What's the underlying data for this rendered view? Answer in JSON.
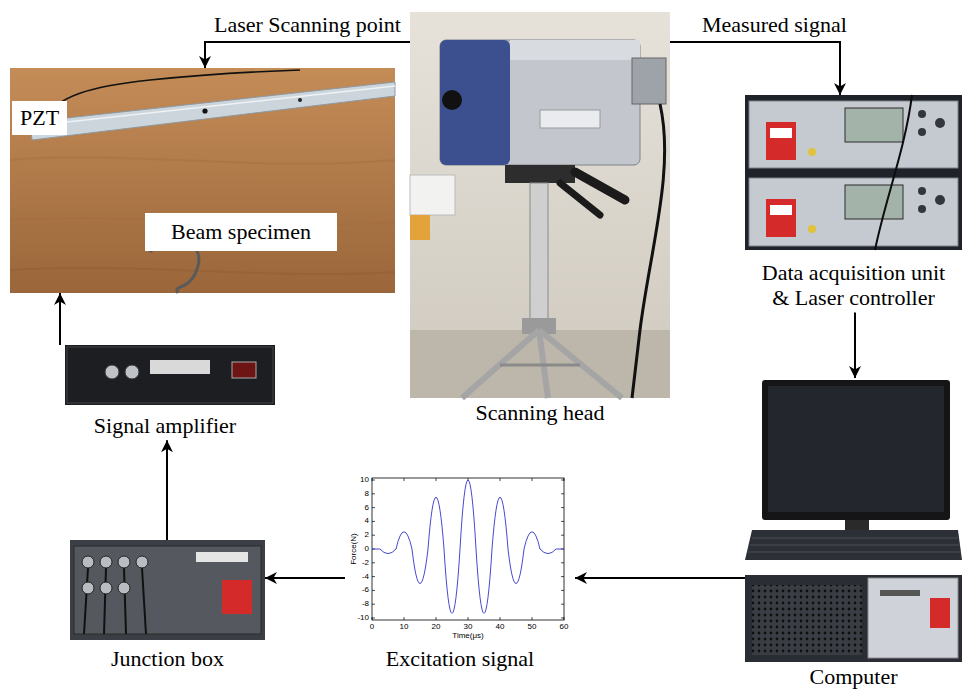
{
  "diagram": {
    "nodes": [
      {
        "text": [
          "PZT",
          "Beam specimen"
        ]
      },
      {
        "text": [
          "Scanning head"
        ]
      },
      {
        "text": [
          "Data acquisition unit & Laser controller"
        ]
      },
      {
        "text": [
          "Signal amplifier"
        ]
      },
      {
        "text": [
          "Computer"
        ]
      },
      {
        "text": [
          "Excitation signal"
        ]
      },
      {
        "text": [
          "Junction box"
        ]
      }
    ],
    "edges": [
      {
        "from": 1,
        "to": 0,
        "arrow": "to",
        "label": "Laser Scanning point"
      },
      {
        "from": 1,
        "to": 2,
        "arrow": "to",
        "label": "Measured signal"
      },
      {
        "from": 2,
        "to": 4,
        "arrow": "to"
      },
      {
        "from": 4,
        "to": 5,
        "arrow": "to"
      },
      {
        "from": 5,
        "to": 6,
        "arrow": "to"
      },
      {
        "from": 6,
        "to": 3,
        "arrow": "to"
      },
      {
        "from": 3,
        "to": 0,
        "arrow": "to"
      }
    ],
    "labels": [
      "10",
      "8",
      "6",
      "4",
      "2",
      "0",
      "-2",
      "-4",
      "-6",
      "-8",
      "-10",
      "0",
      "10",
      "20",
      "30",
      "40",
      "50",
      "60",
      "Time(μs)",
      "Force(N)"
    ]
  }
}
